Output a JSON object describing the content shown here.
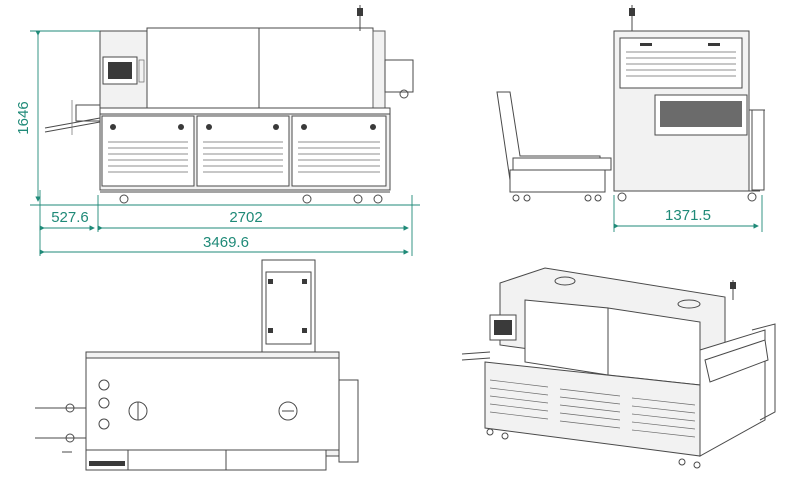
{
  "views": {
    "front": {
      "dimensions": {
        "height": "1646",
        "feeder_length": "527.6",
        "body_length": "2702",
        "overall_length": "3469.6"
      }
    },
    "side": {
      "dimensions": {
        "depth": "1371.5"
      }
    },
    "top": {},
    "isometric": {}
  },
  "colors": {
    "dimension": "#1f8a78",
    "line": "#4a4a4a"
  }
}
